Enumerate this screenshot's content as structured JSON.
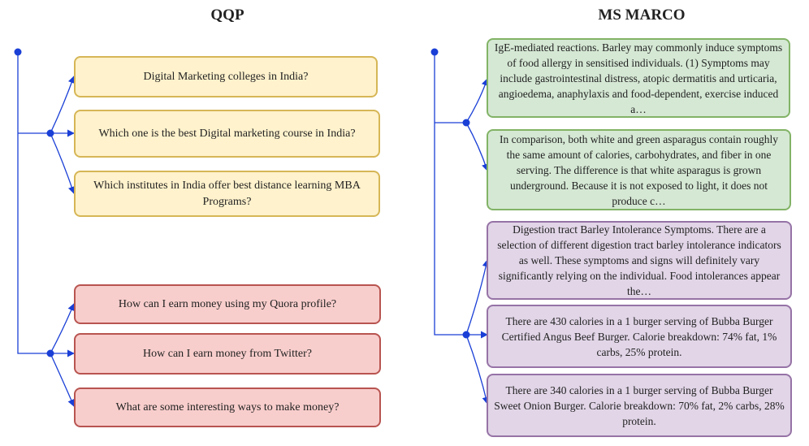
{
  "titles": {
    "left": "QQP",
    "right": "MS MARCO"
  },
  "qqp": {
    "group1": [
      "Digital Marketing colleges in India?",
      "Which one is the best Digital marketing course in India?",
      "Which institutes in India offer best distance learning MBA Programs?"
    ],
    "group2": [
      "How can I earn money using my Quora profile?",
      "How can I earn money from Twitter?",
      "What are some interesting ways to make money?"
    ]
  },
  "msmarco": {
    "group1": [
      "IgE-mediated reactions. Barley may commonly induce symptoms of food allergy in sensitised individuals. (1) Symptoms may include gastrointestinal distress, atopic dermatitis and urticaria, angioedema, anaphylaxis and food-dependent, exercise induced a…",
      "In comparison, both white and green asparagus contain roughly the same amount of calories, carbohydrates, and fiber in one serving. The difference is that white asparagus is grown underground. Because it is not exposed to light, it does not produce c…"
    ],
    "group2": [
      "Digestion tract Barley Intolerance Symptoms. There are a selection of different digestion tract barley intolerance indicators as well. These symptoms and signs will definitely vary significantly relying on the individual. Food intolerances appear the…",
      "There are 430 calories in a 1 burger serving of Bubba Burger Certified Angus Beef Burger. Calorie breakdown: 74% fat, 1% carbs, 25% protein.",
      "There are 340 calories in a 1 burger serving of Bubba Burger Sweet Onion Burger. Calorie breakdown: 70% fat, 2% carbs, 28% protein."
    ]
  },
  "colors": {
    "connector": "#1a3fd6",
    "yellow_fill": "#fff2cc",
    "yellow_border": "#d6b656",
    "red_fill": "#f8cecc",
    "red_border": "#b85450",
    "green_fill": "#d5e8d4",
    "green_border": "#82b366",
    "purple_fill": "#e1d5e7",
    "purple_border": "#9673a6"
  }
}
